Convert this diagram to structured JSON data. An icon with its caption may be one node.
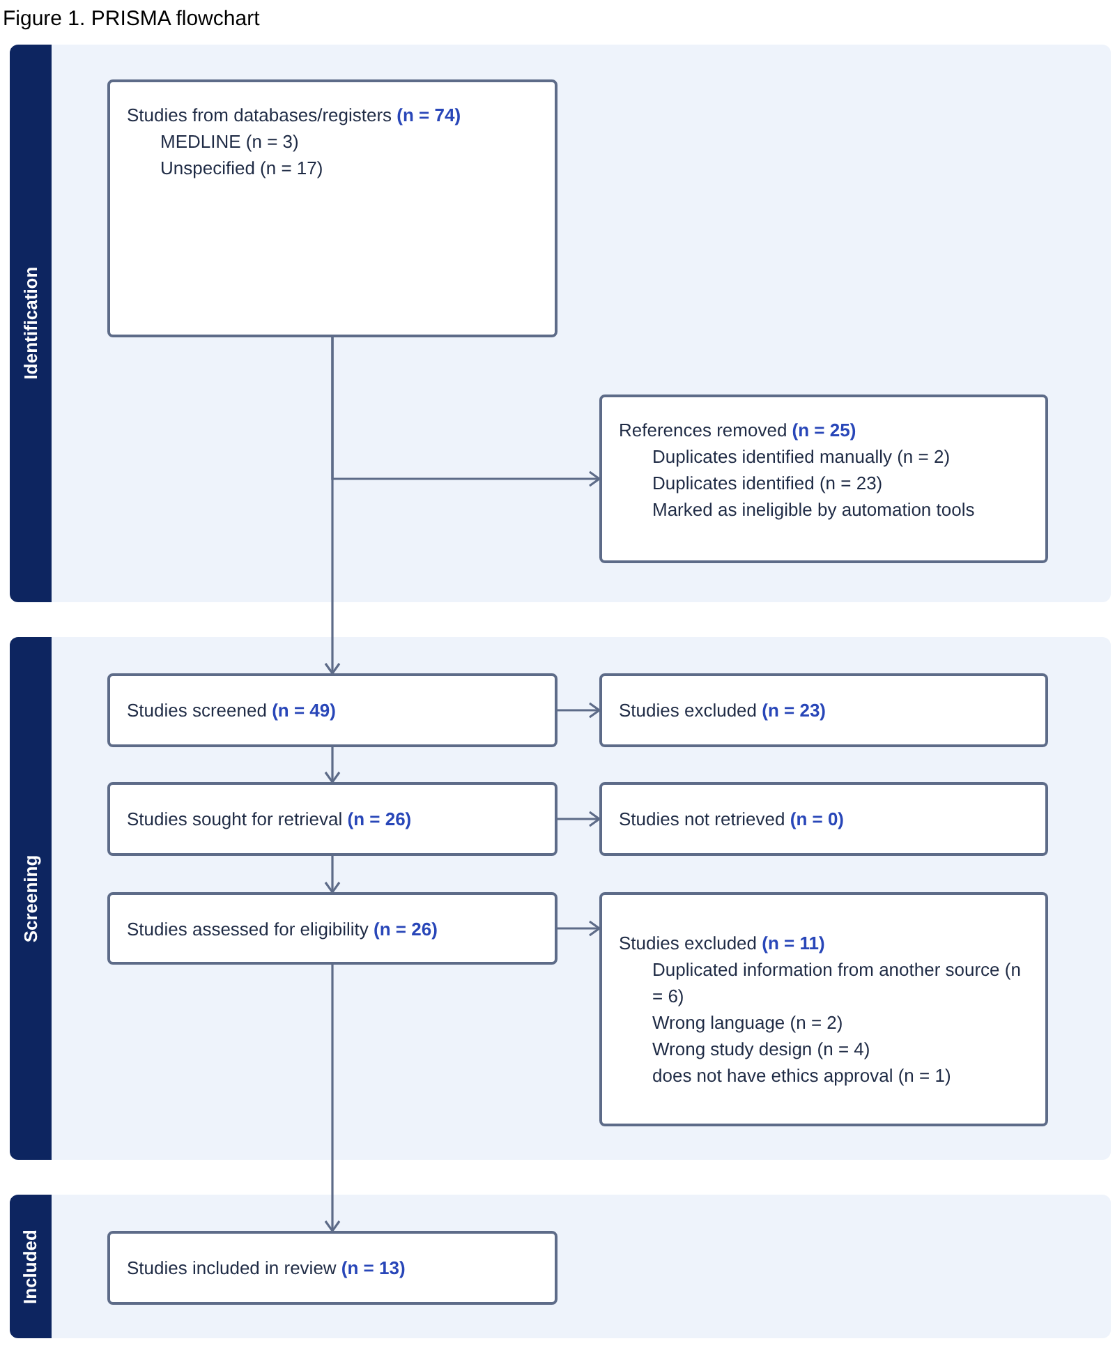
{
  "diagram": {
    "title": "Figure 1. PRISMA flowchart",
    "nodes": [
      {
        "text": [
          "Identification"
        ]
      },
      {
        "text": [
          "Studies from databases/registers **(n = 74)**",
          "MEDLINE (n = 3)",
          "Unspecified (n = 17)"
        ],
        "in": 0
      },
      {
        "text": [
          "References removed **(n = 25)**",
          "Duplicates identified manually (n = 2)",
          "Duplicates identified (n = 23)",
          "Marked as ineligible by automation tools"
        ],
        "in": 0
      },
      {
        "text": [
          "Screening"
        ]
      },
      {
        "text": [
          "Studies screened **(n = 49)**"
        ],
        "in": 3
      },
      {
        "text": [
          "Studies excluded **(n = 23)**"
        ],
        "in": 3
      },
      {
        "text": [
          "Studies sought for retrieval **(n = 26)**"
        ],
        "in": 3
      },
      {
        "text": [
          "Studies not retrieved **(n = 0)**"
        ],
        "in": 3
      },
      {
        "text": [
          "Studies assessed for eligibility **(n = 26)**"
        ],
        "in": 3
      },
      {
        "text": [
          "Studies excluded **(n = 11)**",
          "Duplicated information from another source (n = 6)",
          "Wrong language (n = 2)",
          "Wrong study design (n = 4)",
          "does not have ethics approval (n = 1)"
        ],
        "in": 3
      },
      {
        "text": [
          "Included"
        ]
      },
      {
        "text": [
          "Studies included in review **(n = 13)**"
        ],
        "in": 10
      }
    ],
    "edges": [
      {
        "from": 1,
        "to": 4,
        "arrow": "to"
      },
      {
        "from": 1,
        "to": 2,
        "arrow": "to"
      },
      {
        "from": 4,
        "to": 5,
        "arrow": "to"
      },
      {
        "from": 4,
        "to": 6,
        "arrow": "to"
      },
      {
        "from": 6,
        "to": 7,
        "arrow": "to"
      },
      {
        "from": 6,
        "to": 8,
        "arrow": "to"
      },
      {
        "from": 8,
        "to": 9,
        "arrow": "to"
      },
      {
        "from": 8,
        "to": 11,
        "arrow": "to"
      }
    ]
  }
}
